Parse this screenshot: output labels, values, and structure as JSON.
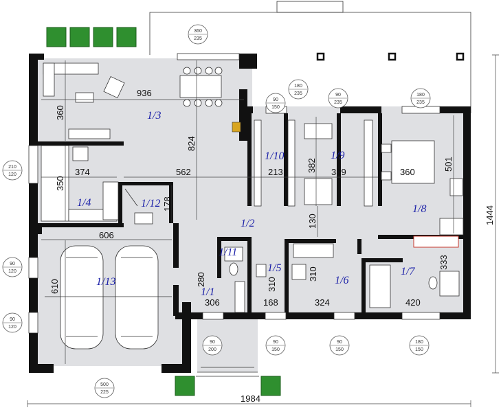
{
  "rooms": [
    {
      "label": "1/1"
    },
    {
      "label": "1/2"
    },
    {
      "label": "1/3"
    },
    {
      "label": "1/4"
    },
    {
      "label": "1/5"
    },
    {
      "label": "1/6"
    },
    {
      "label": "1/7"
    },
    {
      "label": "1/8"
    },
    {
      "label": "1/9"
    },
    {
      "label": "1/10"
    },
    {
      "label": "1/11"
    },
    {
      "label": "1/12"
    },
    {
      "label": "1/13"
    }
  ],
  "dimensions": {
    "total_width": "1984",
    "total_height": "1444",
    "living_width": "936",
    "living_height": "824",
    "living_left": "360",
    "hall_width": "562",
    "kitchen_width": "374",
    "kitchen_height": "350",
    "pantry_height": "178",
    "room_1_10_width": "213",
    "room_1_9_depth": "382",
    "room_1_9_width": "339",
    "bedroom_width": "360",
    "bedroom_depth": "501",
    "corridor_width": "130",
    "garage_width": "606",
    "garage_depth": "610",
    "entry_depth": "280",
    "entry_width": "306",
    "bath_small_depth": "310",
    "bath_small_width": "168",
    "bath_depth": "310",
    "bath_width": "324",
    "room_1_7_depth": "333",
    "room_1_7_width": "420"
  },
  "windows": [
    {
      "top": "360",
      "bottom": "235"
    },
    {
      "top": "180",
      "bottom": "235"
    },
    {
      "top": "90",
      "bottom": "150"
    },
    {
      "top": "90",
      "bottom": "235"
    },
    {
      "top": "180",
      "bottom": "235"
    },
    {
      "top": "210",
      "bottom": "120"
    },
    {
      "top": "90",
      "bottom": "120"
    },
    {
      "top": "90",
      "bottom": "120"
    },
    {
      "top": "90",
      "bottom": "200"
    },
    {
      "top": "90",
      "bottom": "150"
    },
    {
      "top": "90",
      "bottom": "150"
    },
    {
      "top": "180",
      "bottom": "150"
    },
    {
      "top": "500",
      "bottom": "225"
    }
  ]
}
